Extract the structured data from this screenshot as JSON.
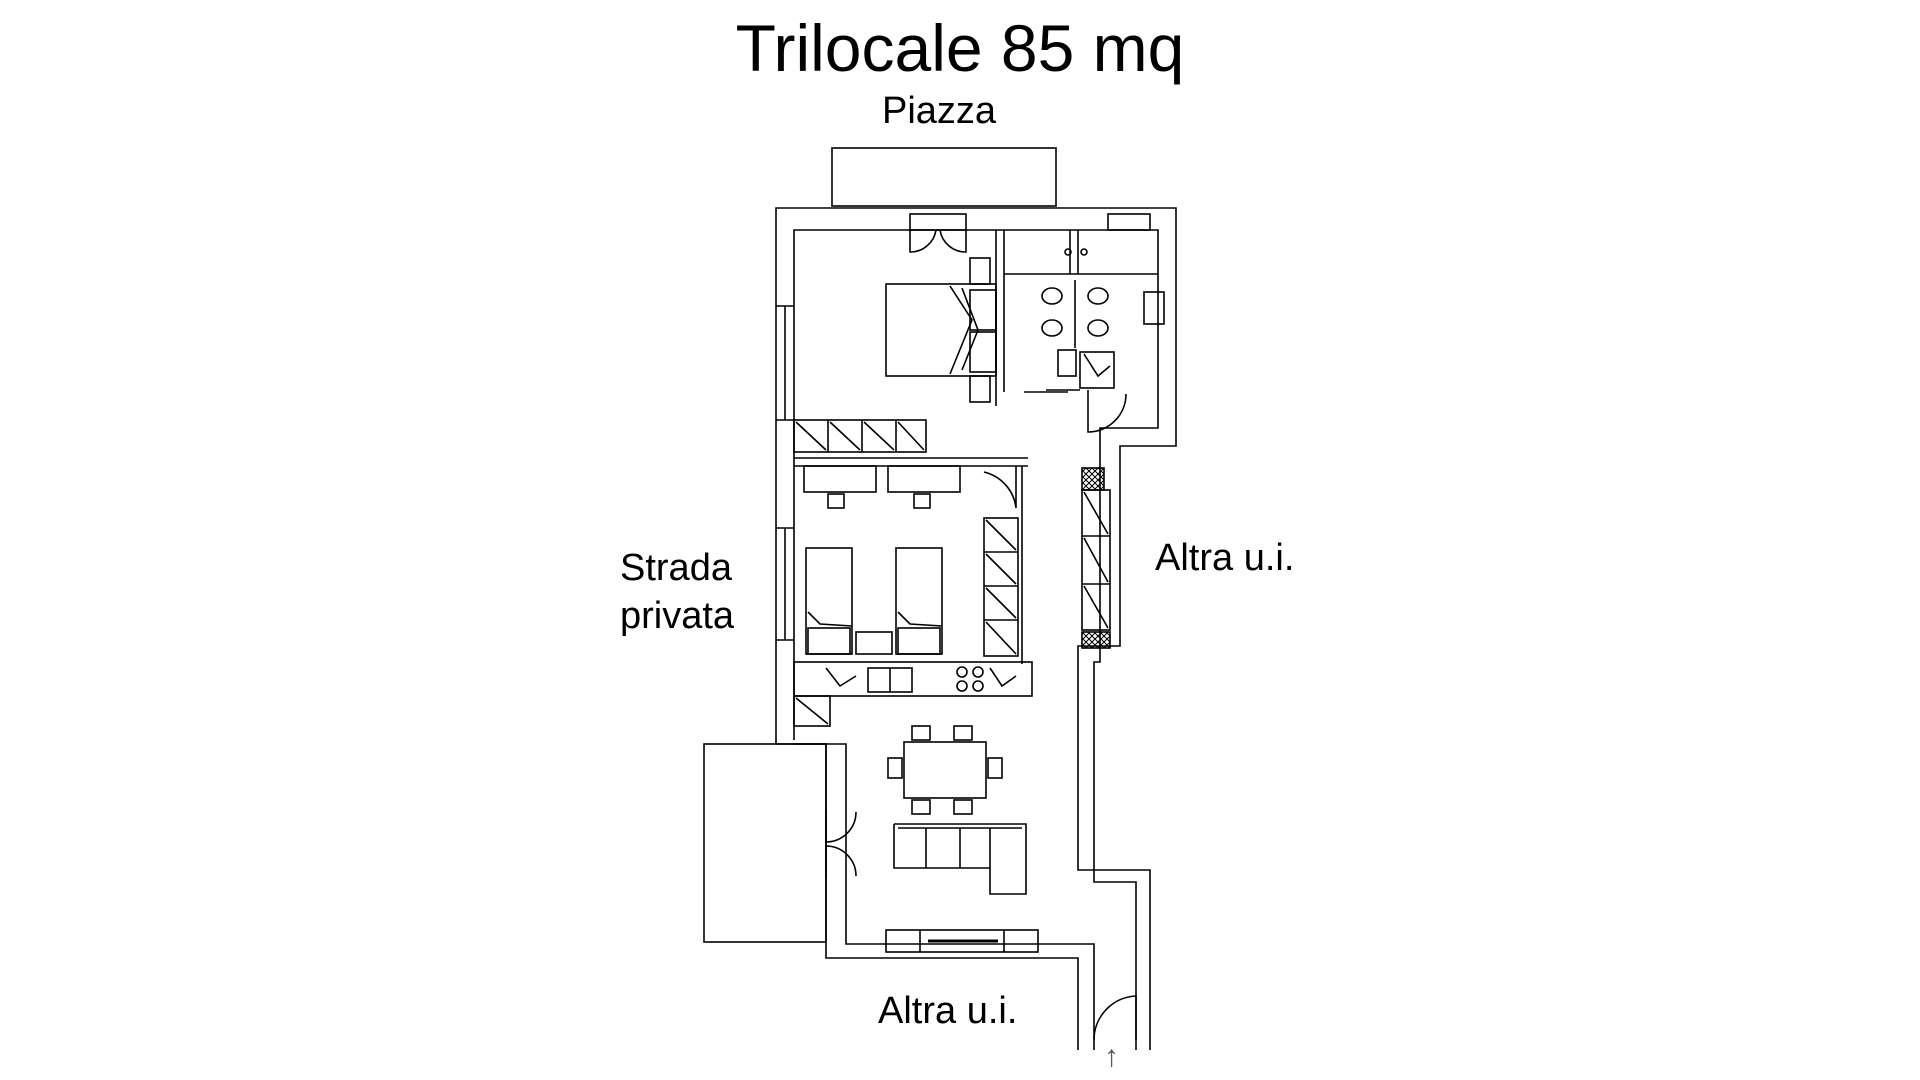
{
  "title": "Trilocale 85 mq",
  "labels": {
    "top": "Piazza",
    "left_line1": "Strada",
    "left_line2": "privata",
    "right": "Altra u.i.",
    "bottom": "Altra u.i."
  },
  "icons": {
    "entrance_arrow": "↑"
  },
  "colors": {
    "line": "#000000",
    "background": "#ffffff",
    "hatch": "#555555"
  }
}
